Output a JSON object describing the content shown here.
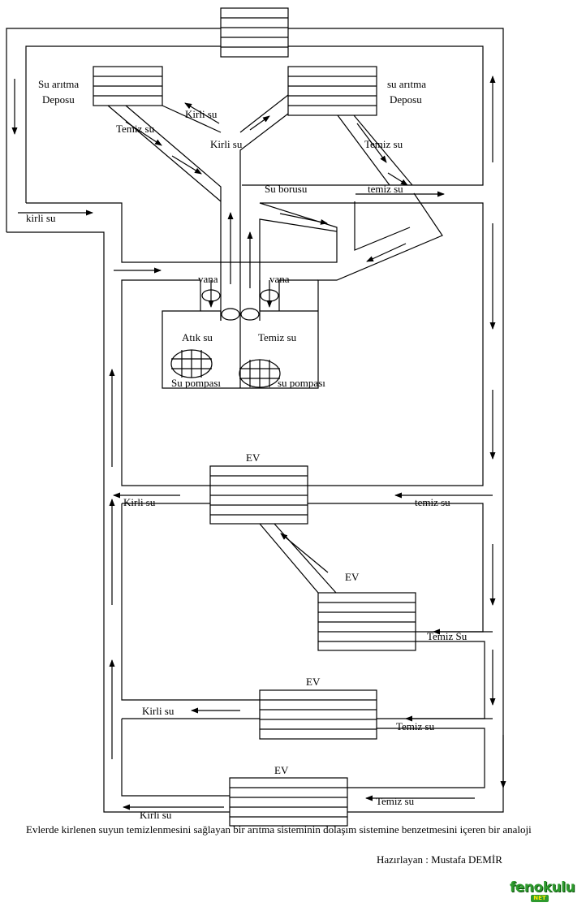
{
  "labels": {
    "su_aritma_left": "Su arıtma",
    "deposu_left": "Deposu",
    "su_aritma_right": "su arıtma",
    "deposu_right": "Deposu",
    "kirli_su_a": "Kirli su",
    "kirli_su_b": "Kirli su",
    "temiz_su_left": "Temiz su",
    "temiz_su_right": "Temiz su",
    "su_borusu": "Su borusu",
    "temiz_su_pipe": "temiz su",
    "kirli_su_left": "kirli su",
    "vana_left": "vana",
    "vana_right": "vana",
    "atik_su": "Atık su",
    "temiz_su_tank": "Temiz su",
    "su_pompasi_left": "Su pompası",
    "su_pompasi_right": "su pompası",
    "ev1": "EV",
    "ev2": "EV",
    "ev3": "EV",
    "ev4": "EV",
    "kirli_su_ev1": "Kirli su",
    "temiz_su_ev1": "temiz su",
    "temiz_su_ev2": "Temiz Su",
    "kirli_su_ev3": "Kirli su",
    "temiz_su_ev3": "Temiz su",
    "temiz_su_ev4": "Temiz su",
    "kirli_su_ev4": "Kirli su"
  },
  "caption": "Evlerde   kirlenen suyun temizlenmesini  sağlayan   bir arıtma sisteminin   dolaşım sistemine  benzetmesini içeren bir analoji",
  "author": "Hazırlayan : Mustafa   DEMİR",
  "logo": {
    "main": "fenokulu",
    "sub": "NET",
    "color": "#2e9a2e"
  }
}
